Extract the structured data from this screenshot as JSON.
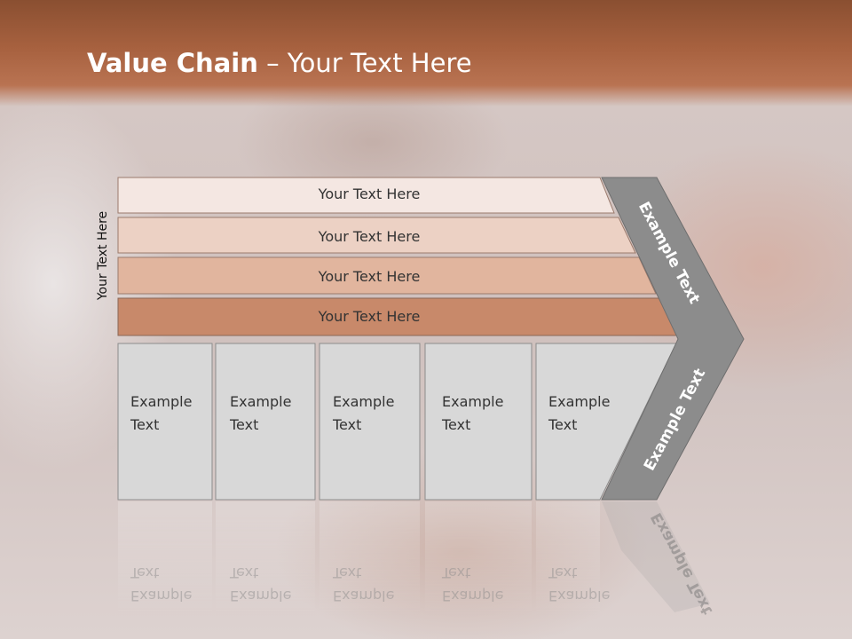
{
  "slide": {
    "title_bold": "Value Chain",
    "title_rest": " – Your Text Here",
    "side_label": "Your Text Here"
  },
  "rows": [
    {
      "label": "Your Text Here",
      "color": "#f4e7e2"
    },
    {
      "label": "Your Text Here",
      "color": "#ecd1c4"
    },
    {
      "label": "Your Text Here",
      "color": "#e1b59e"
    },
    {
      "label": "Your Text Here",
      "color": "#c8896a"
    }
  ],
  "boxes": [
    {
      "line1": "Example",
      "line2": "Text"
    },
    {
      "line1": "Example",
      "line2": "Text"
    },
    {
      "line1": "Example",
      "line2": "Text"
    },
    {
      "line1": "Example",
      "line2": "Text"
    },
    {
      "line1": "Example",
      "line2": "Text"
    }
  ],
  "chevron": {
    "upper_label": "Example Text",
    "lower_label": "Example Text",
    "color": "#8c8c8c"
  }
}
